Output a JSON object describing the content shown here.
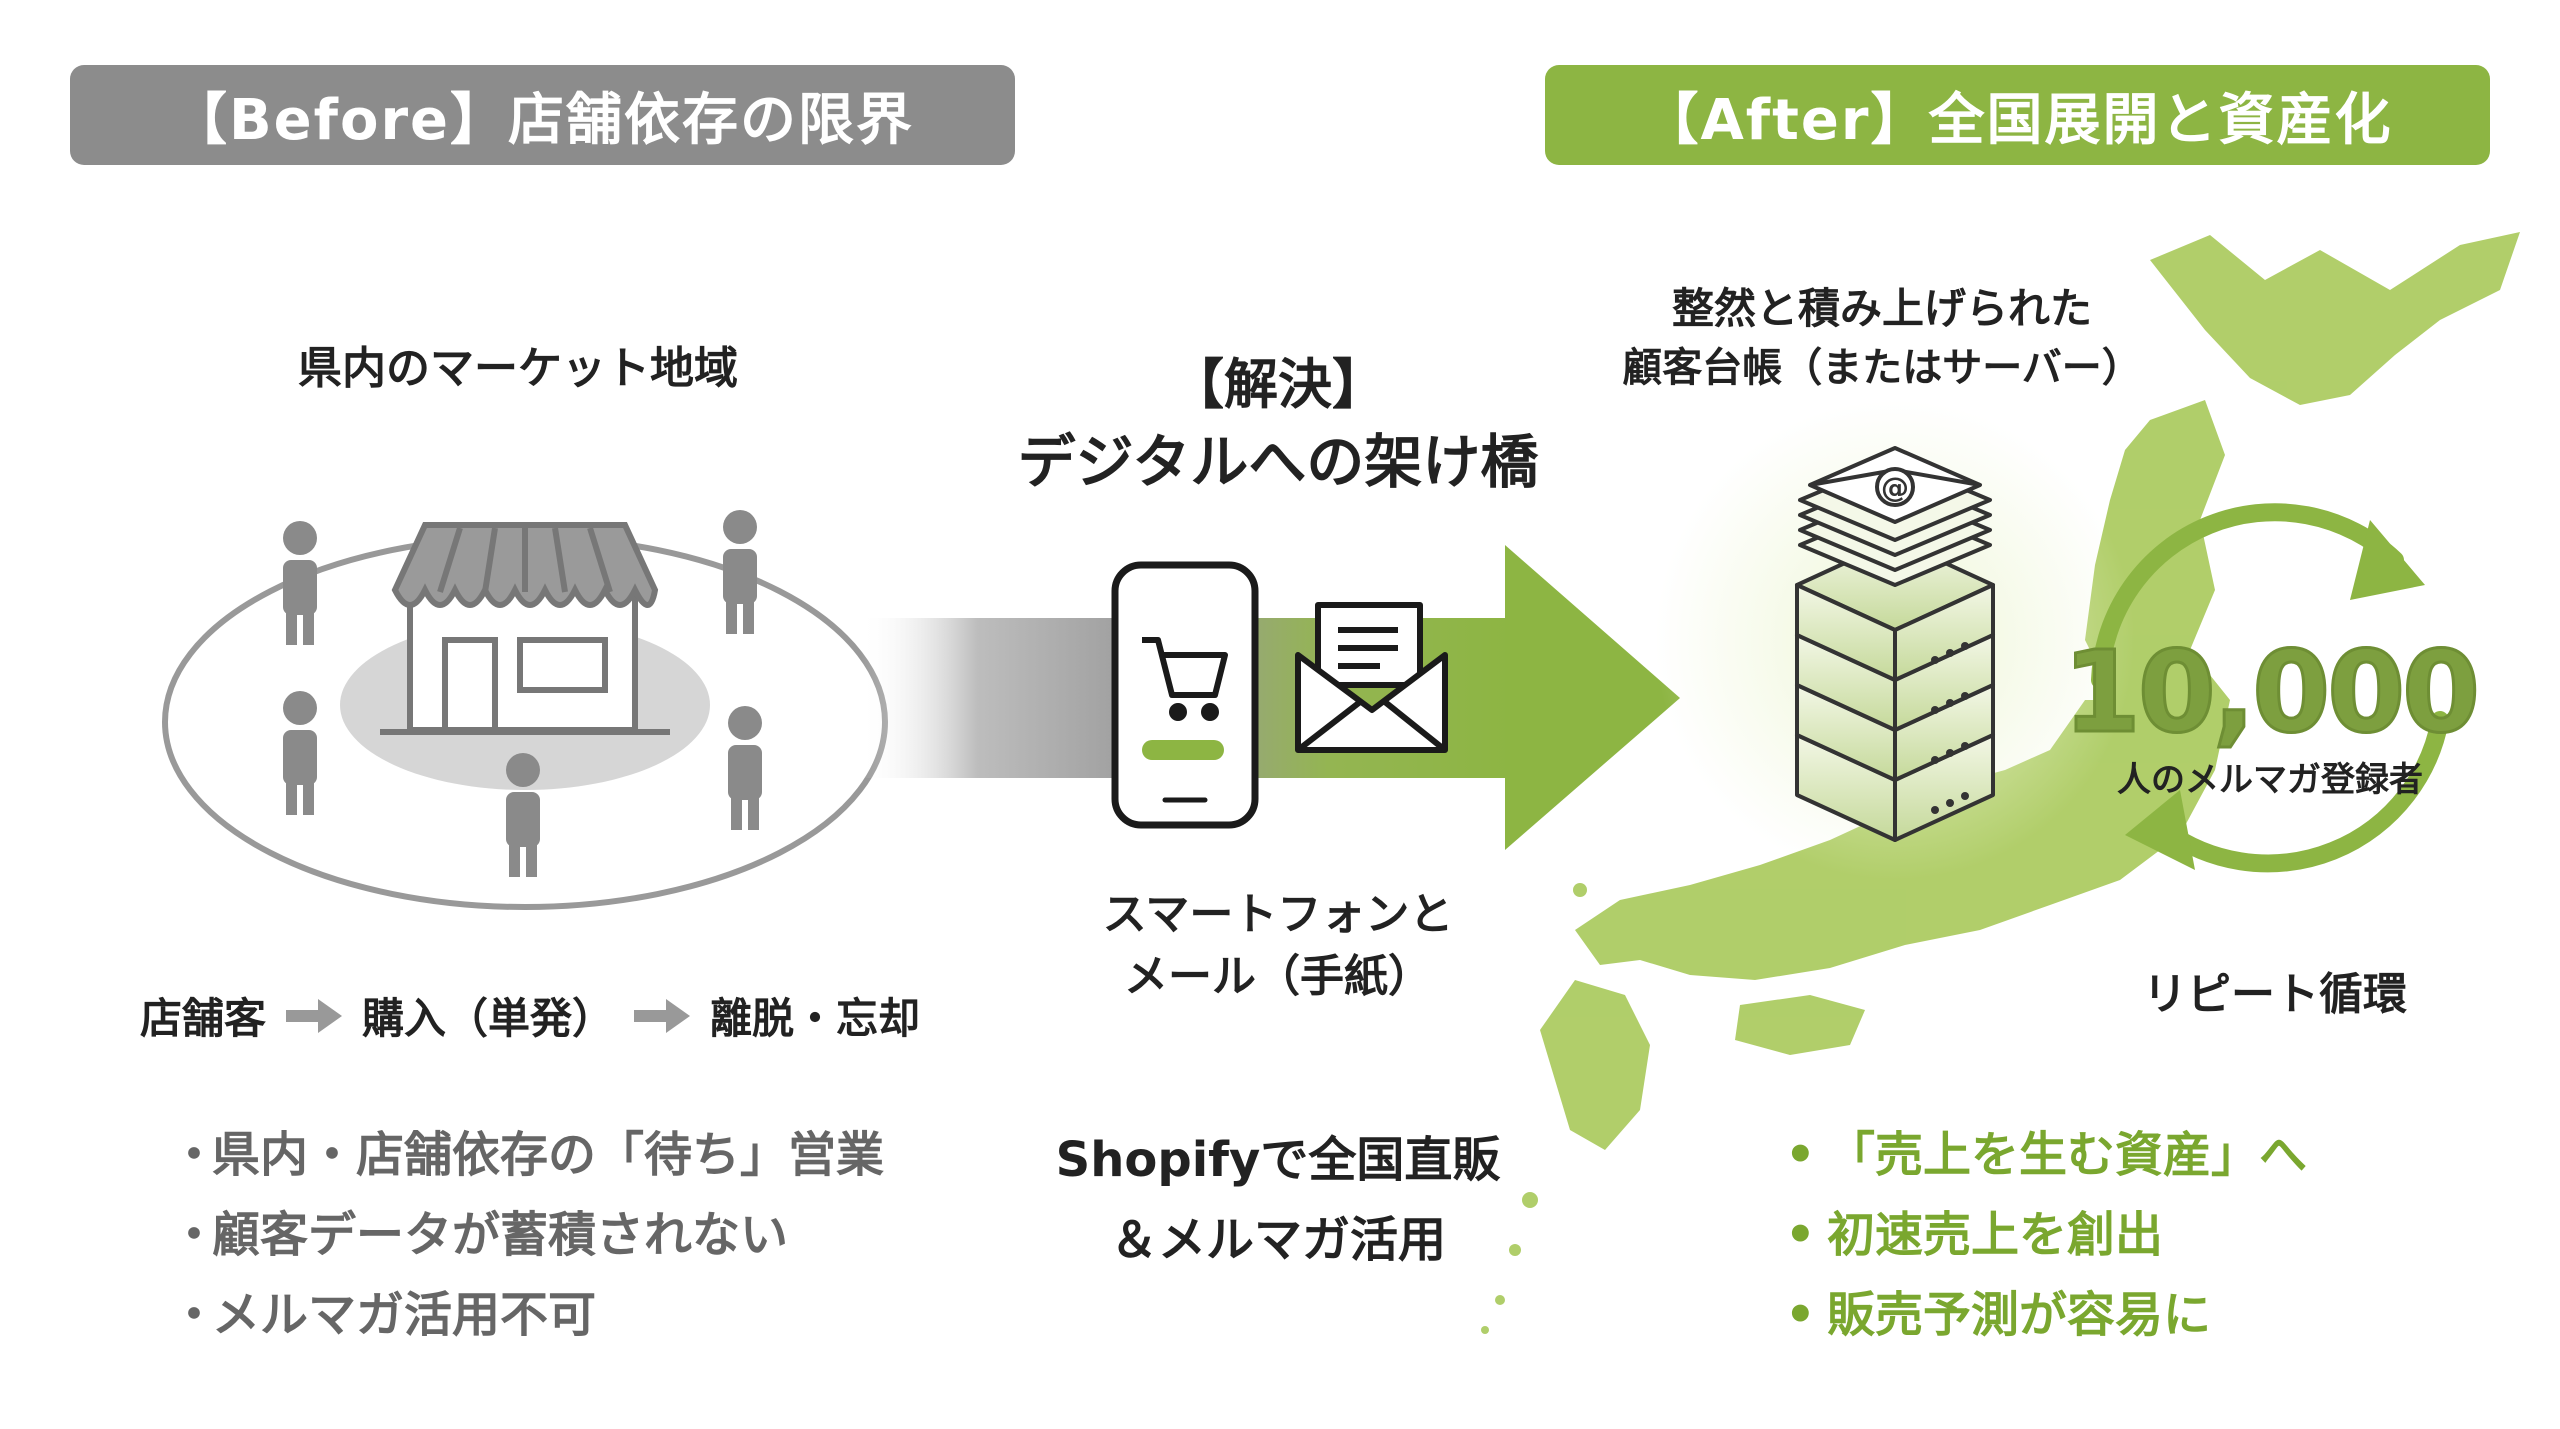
{
  "before": {
    "banner": "【Before】店舗依存の限界",
    "region_label": "県内のマーケット地域",
    "flow": [
      "店舗客",
      "購入（単発）",
      "離脱・忘却"
    ],
    "bullets": [
      "県内・店舗依存の「待ち」営業",
      "顧客データが蓄積されない",
      "メルマガ活用不可"
    ]
  },
  "solution": {
    "title_line1": "【解決】",
    "title_line2": "デジタルへの架け橋",
    "device_label_line1": "スマートフォンと",
    "device_label_line2": "メール（手紙）",
    "caption_line1": "Shopifyで全国直販",
    "caption_line2": "＆メルマガ活用"
  },
  "after": {
    "banner": "【After】全国展開と資産化",
    "ledger_label_line1": "整然と積み上げられた",
    "ledger_label_line2": "顧客台帳（またはサーバー）",
    "subscriber_count": "10,000",
    "subscriber_label": "人のメルマガ登録者",
    "cycle_label": "リピート循環",
    "bullets": [
      "「売上を生む資産」へ",
      "初速売上を創出",
      "販売予測が容易に"
    ],
    "bullet_marker": "•"
  },
  "colors": {
    "gray_banner": "#8c8c8c",
    "green_banner": "#8db543",
    "green_text": "#7aa72f",
    "japan_green": "#a8c95a"
  },
  "icons": [
    "person-icon",
    "store-icon",
    "smartphone-icon",
    "cart-icon",
    "envelope-icon",
    "server-stack-icon",
    "at-sign-icon",
    "cycle-arrows-icon",
    "japan-map"
  ]
}
